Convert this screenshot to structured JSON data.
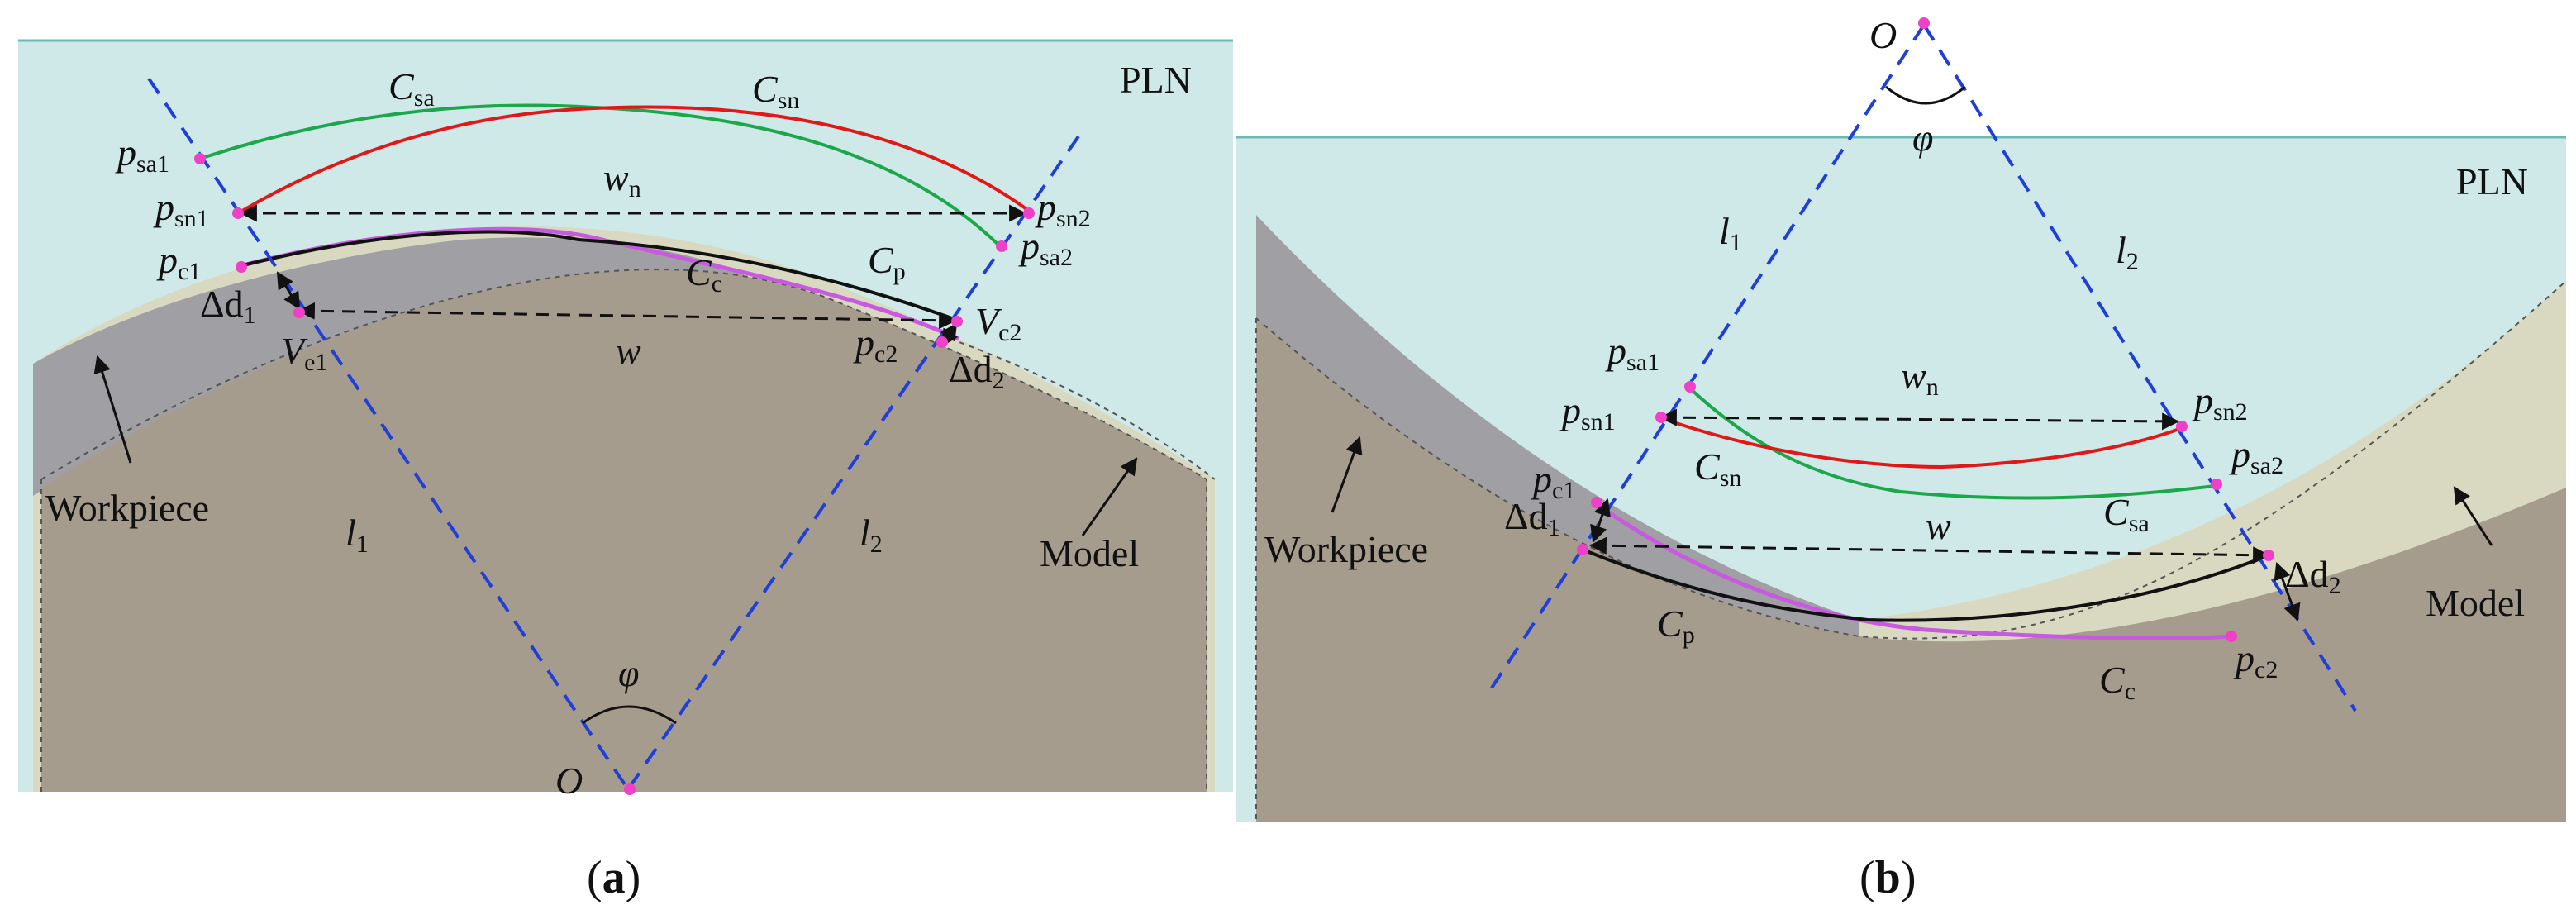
{
  "colors": {
    "plane": "#cfe9e8",
    "workpiece": "#a69c8e",
    "allowance": "#d9d8c0",
    "gray_band": "#a09fa4",
    "toolpath_dash": "#1f3fd6",
    "curve_sn": "#e01818",
    "curve_sa": "#1ca84a",
    "curve_p": "#111111",
    "curve_c": "#c85ae0",
    "points": "#f040c8"
  },
  "panels": [
    {
      "id": "a",
      "caption_label": "a",
      "plane_label": "PLN",
      "workpiece_label": "Workpiece",
      "model_label": "Model",
      "labels": {
        "C_sa": [
          "C",
          "sa"
        ],
        "C_sn": [
          "C",
          "sn"
        ],
        "C_p": [
          "C",
          "p"
        ],
        "C_c": [
          "C",
          "c"
        ],
        "p_sa1": [
          "p",
          "sa1"
        ],
        "p_sn1": [
          "p",
          "sn1"
        ],
        "p_sn2": [
          "p",
          "sn2"
        ],
        "p_sa2": [
          "p",
          "sa2"
        ],
        "p_c1": [
          "p",
          "c1"
        ],
        "p_c2": [
          "p",
          "c2"
        ],
        "w_n": [
          "w",
          "n"
        ],
        "w": [
          "w",
          ""
        ],
        "V_e1": [
          "V",
          "e1"
        ],
        "V_c2": [
          "V",
          "c2"
        ],
        "d1": [
          "Δd",
          "1"
        ],
        "d2": [
          "Δd",
          "2"
        ],
        "l1": [
          "l",
          "1"
        ],
        "l2": [
          "l",
          "2"
        ],
        "phi": "φ",
        "O": "O"
      }
    },
    {
      "id": "b",
      "caption_label": "b",
      "plane_label": "PLN",
      "workpiece_label": "Workpiece",
      "model_label": "Model",
      "labels": {
        "C_sa": [
          "C",
          "sa"
        ],
        "C_sn": [
          "C",
          "sn"
        ],
        "C_p": [
          "C",
          "p"
        ],
        "C_c": [
          "C",
          "c"
        ],
        "p_sa1": [
          "p",
          "sa1"
        ],
        "p_sn1": [
          "p",
          "sn1"
        ],
        "p_sn2": [
          "p",
          "sn2"
        ],
        "p_sa2": [
          "p",
          "sa2"
        ],
        "p_c1": [
          "p",
          "c1"
        ],
        "p_c2": [
          "p",
          "c2"
        ],
        "w_n": [
          "w",
          "n"
        ],
        "w": [
          "w",
          ""
        ],
        "d1": [
          "Δd",
          "1"
        ],
        "d2": [
          "Δd",
          "2"
        ],
        "l1": [
          "l",
          "1"
        ],
        "l2": [
          "l",
          "2"
        ],
        "phi": "φ",
        "O": "O"
      }
    }
  ]
}
